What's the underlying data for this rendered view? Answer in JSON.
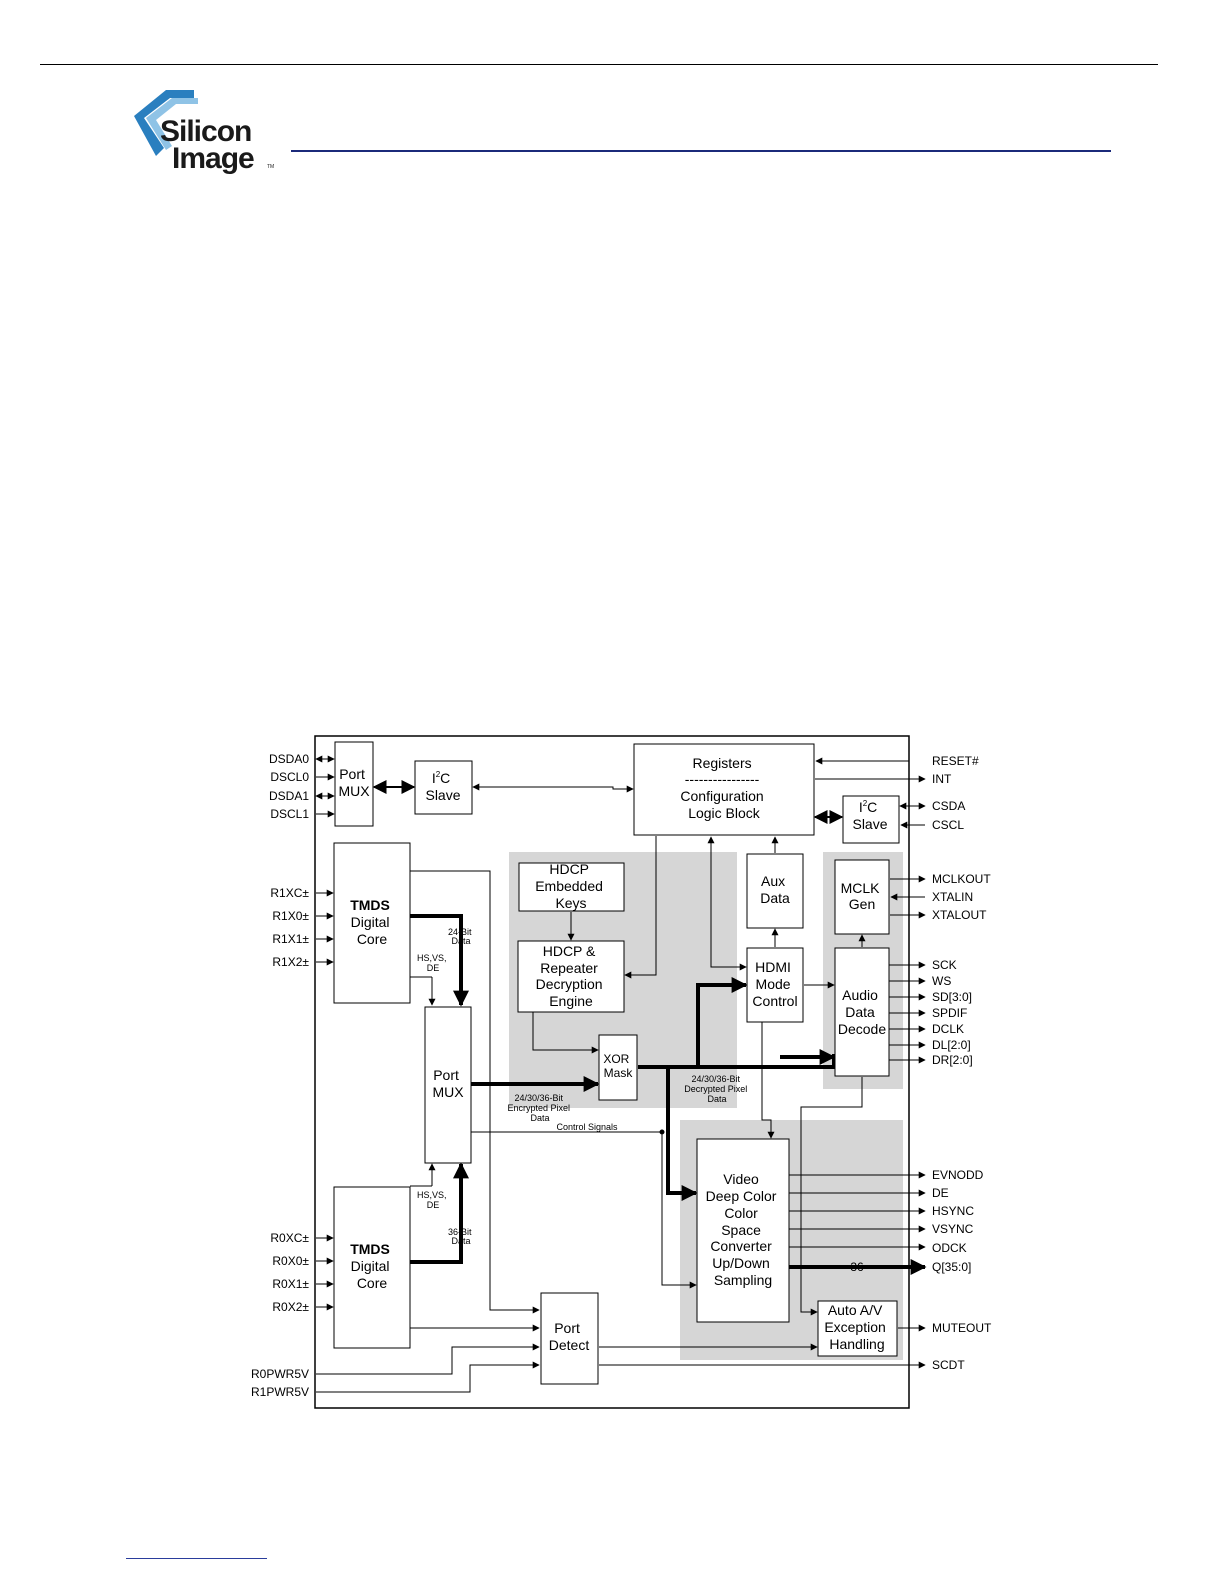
{
  "logo": {
    "line1": "Silicon",
    "line2": "Image",
    "tm": "TM"
  },
  "colors": {
    "rule": "#1b2a7a",
    "shade": "#d6d6d6",
    "logo_blue": "#2a7fbf"
  },
  "blocks": {
    "port_mux_top": [
      "Port",
      "MUX"
    ],
    "i2c_slave_top": {
      "i": "I",
      "sup": "2",
      "c": "C",
      "line2": "Slave"
    },
    "registers": {
      "line1": "Registers",
      "divider": "----------------",
      "line3": "Configuration",
      "line4": "Logic Block"
    },
    "i2c_slave_right": {
      "i": "I",
      "sup": "2",
      "c": "C",
      "line2": "Slave"
    },
    "tmds_top": [
      "TMDS",
      "Digital",
      "Core"
    ],
    "tmds_bottom": [
      "TMDS",
      "Digital",
      "Core"
    ],
    "hdcp_keys": [
      "HDCP",
      "Embedded",
      "Keys"
    ],
    "hdcp_engine": [
      "HDCP &",
      "Repeater",
      "Decryption",
      "Engine"
    ],
    "aux_data": [
      "Aux",
      "Data"
    ],
    "hdmi_mode": [
      "HDMI",
      "Mode",
      "Control"
    ],
    "mclk_gen": [
      "MCLK",
      "Gen"
    ],
    "audio_decode": [
      "Audio",
      "Data",
      "Decode"
    ],
    "port_mux_mid": [
      "Port",
      "MUX"
    ],
    "xor_mask": [
      "XOR",
      "Mask"
    ],
    "video": [
      "Video",
      "Deep Color",
      "Color",
      "Space",
      "Converter",
      "Up/Down",
      "Sampling"
    ],
    "auto_av": [
      "Auto A/V",
      "Exception",
      "Handling"
    ],
    "port_detect": [
      "Port",
      "Detect"
    ]
  },
  "annotations": {
    "data24": [
      "24-Bit",
      "Data"
    ],
    "data36": [
      "36-Bit",
      "Data"
    ],
    "hsvsde_top": [
      "HS,VS,",
      "DE"
    ],
    "hsvsde_bottom": [
      "HS,VS,",
      "DE"
    ],
    "encrypted": [
      "24/30/36-Bit",
      "Encrypted Pixel",
      "Data"
    ],
    "decrypted": [
      "24/30/36-Bit",
      "Decrypted Pixel",
      "Data"
    ],
    "control": "Control Signals",
    "bus36": "36"
  },
  "pins_left": [
    "DSDA0",
    "DSCL0",
    "DSDA1",
    "DSCL1",
    "R1XC±",
    "R1X0±",
    "R1X1±",
    "R1X2±",
    "R0XC±",
    "R0X0±",
    "R0X1±",
    "R0X2±",
    "R0PWR5V",
    "R1PWR5V"
  ],
  "pins_right": [
    "RESET#",
    "INT",
    "CSDA",
    "CSCL",
    "MCLKOUT",
    "XTALIN",
    "XTALOUT",
    "SCK",
    "WS",
    "SD[3:0]",
    "SPDIF",
    "DCLK",
    "DL[2:0]",
    "DR[2:0]",
    "EVNODD",
    "DE",
    "HSYNC",
    "VSYNC",
    "ODCK",
    "Q[35:0]",
    "MUTEOUT",
    "SCDT"
  ]
}
